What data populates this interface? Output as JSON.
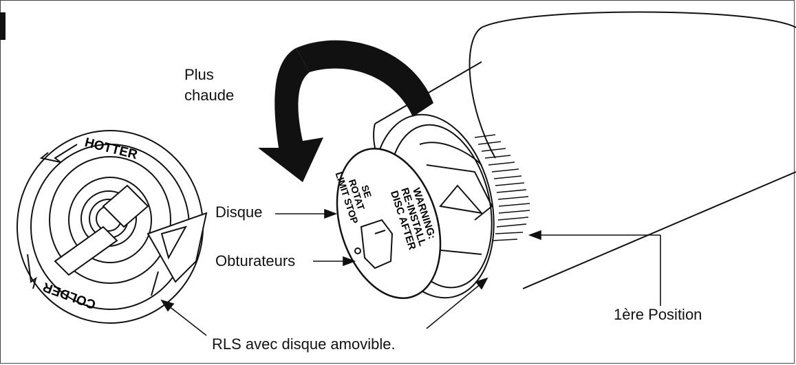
{
  "labels": {
    "hotter_arrow": [
      "Plus",
      "chaude"
    ],
    "disc": "Disque",
    "stops": "Obturateurs",
    "first_position": "1ère Position",
    "caption": "RLS avec disque amovible."
  },
  "dial": {
    "hotter": "HOTTER",
    "colder": "COLDER"
  },
  "disc_text": {
    "warning_lines": [
      "WARNING:",
      "RE-INSTALL",
      "DISC AFTER"
    ],
    "partial_lines": [
      "SE",
      "ROTAT",
      "LIMIT STOP"
    ]
  }
}
